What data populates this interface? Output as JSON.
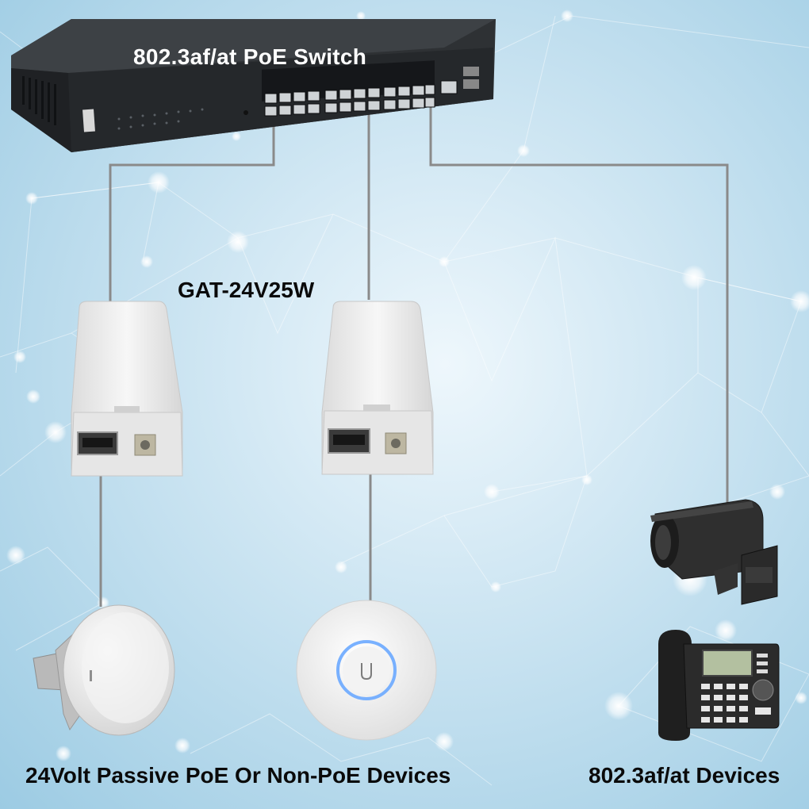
{
  "labels": {
    "switch_title": "802.3af/at PoE Switch",
    "injector_model": "GAT-24V25W",
    "passive_devices": "24Volt Passive PoE Or Non-PoE Devices",
    "af_devices": "802.3af/at Devices"
  },
  "colors": {
    "cable": "#8a8a8a",
    "switch_body": "#2e3134",
    "injector_body": "#eeeeee",
    "background": "#bcdcee"
  }
}
